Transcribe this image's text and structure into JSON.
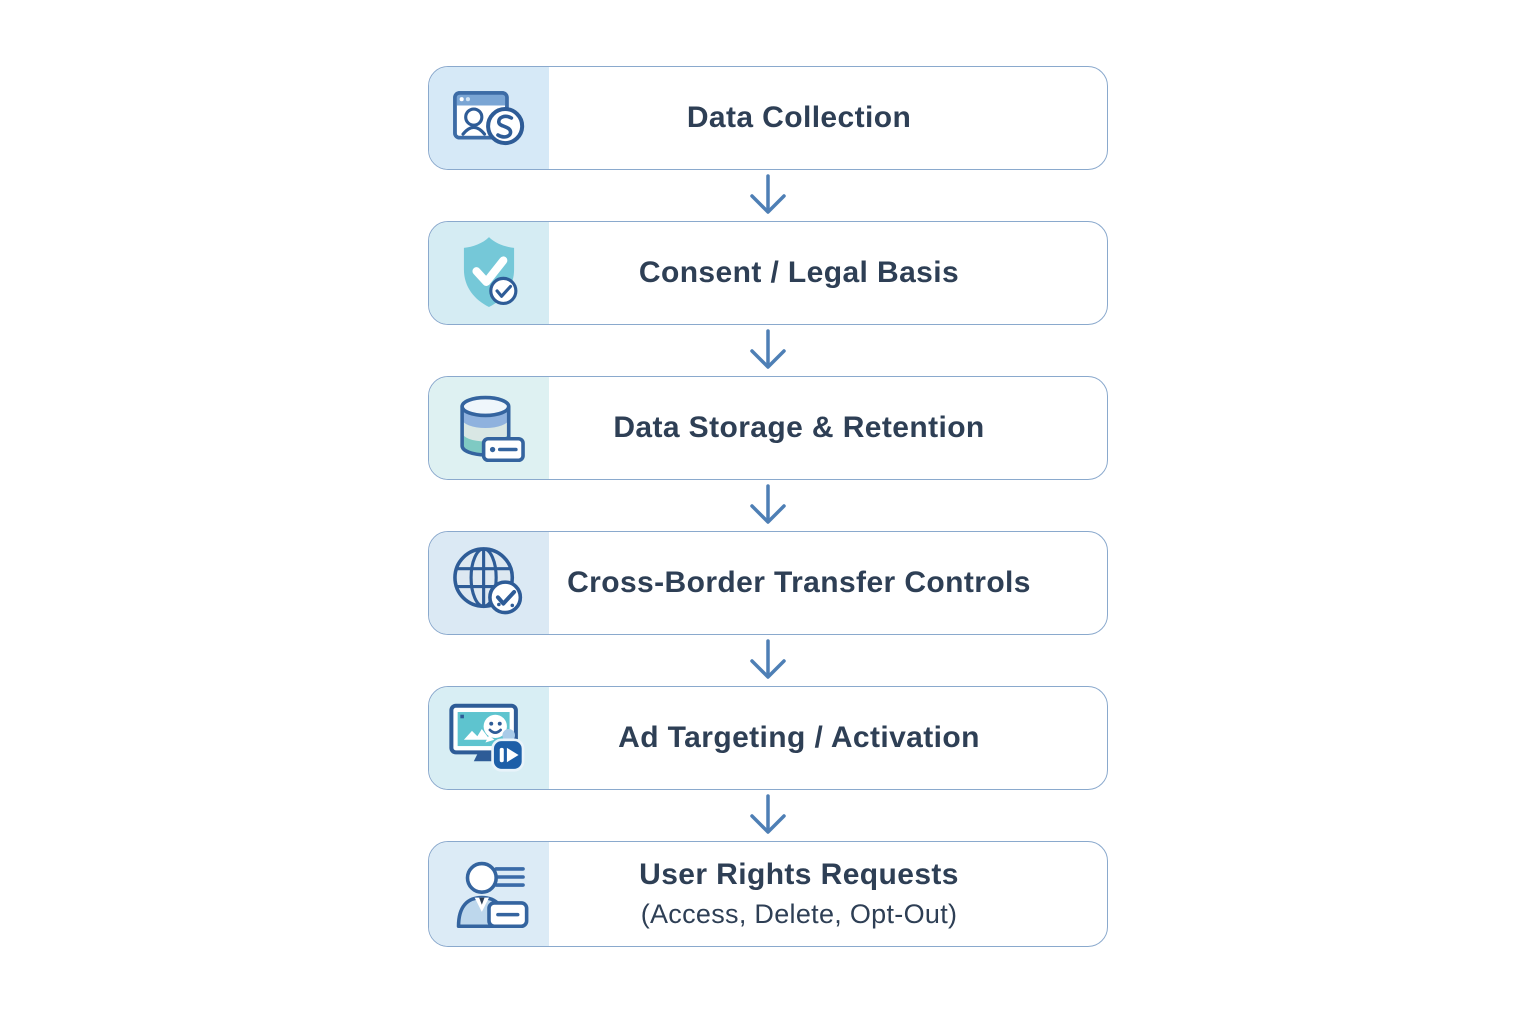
{
  "palette": {
    "page_bg": "#ffffff",
    "box_bg": "#ffffff",
    "box_border": "#8aa9cd",
    "text": "#2e3f55",
    "arrow": "#4e7fb5",
    "icon_primary_blue": "#2e5c97",
    "icon_outline_blue": "#34649f",
    "icon_teal": "#6fc6d6",
    "icon_screen_teal": "#5ec4cf",
    "icon_band_blue": "#8fb2de",
    "icon_band_teal": "#7fcac3",
    "icon_light_blue_fill": "#bdd7ec",
    "play_badge_blue": "#1d5fa8"
  },
  "flow": {
    "steps": [
      {
        "label": "Data Collection",
        "icon": "browser-audience-coin-icon",
        "tile_color": "#d6e9f7"
      },
      {
        "label": "Consent / Legal Basis",
        "icon": "shield-check-icon",
        "tile_color": "#d5ecf3"
      },
      {
        "label": "Data Storage & Retention",
        "icon": "database-retention-icon",
        "tile_color": "#def1f2"
      },
      {
        "label": "Cross-Border Transfer Controls",
        "icon": "globe-check-icon",
        "tile_color": "#dbe9f4"
      },
      {
        "label": "Ad Targeting / Activation",
        "icon": "ad-monitor-play-icon",
        "tile_color": "#d8eef4"
      },
      {
        "label": "User Rights Requests",
        "sublabel": "(Access, Delete, Opt-Out)",
        "icon": "user-rights-request-icon",
        "tile_color": "#dcebf6"
      }
    ],
    "connector": {
      "icon": "down-arrow-icon",
      "count": 5,
      "color": "#4e7fb5"
    }
  }
}
